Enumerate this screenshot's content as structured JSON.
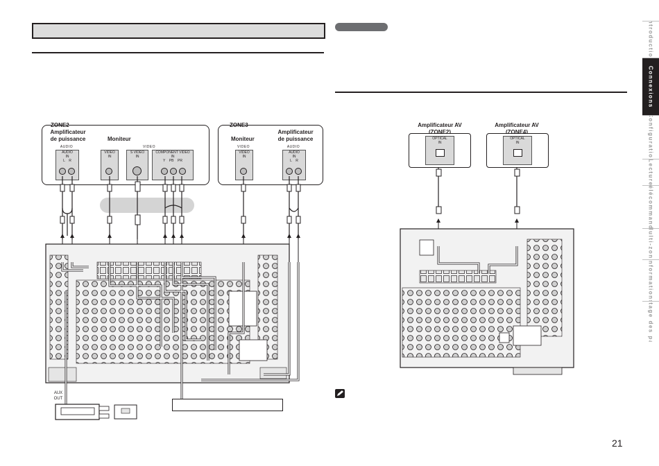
{
  "zone2": {
    "title": "ZONE2",
    "amp_label": "Amplificateur\nde puissance",
    "monitor_label": "Moniteur",
    "audio_group": "AUDIO",
    "video_group": "VIDEO",
    "audio_panel": [
      "AUDIO",
      "IN",
      "L    R"
    ],
    "video_panel": [
      "VIDEO",
      "IN"
    ],
    "svideo_panel": [
      "S VIDEO",
      "IN"
    ],
    "component_panel": [
      "COMPONENT VIDEO",
      "IN",
      "Y    PB    PR"
    ]
  },
  "zone3": {
    "title": "ZONE3",
    "monitor_label": "Moniteur",
    "amp_label": "Amplificateur\nde puissance",
    "video_group": "VIDEO",
    "audio_group": "AUDIO",
    "video_panel": [
      "VIDEO",
      "IN"
    ],
    "audio_panel": [
      "AUDIO",
      "IN",
      "L    R"
    ]
  },
  "right": {
    "amp2_label": "Amplificateur AV\n(ZONE2)",
    "amp4_label": "Amplificateur AV\n(ZONE4)",
    "amp2_panel": [
      "OPTICAL",
      "IN"
    ],
    "amp4_panel": [
      "OPTICAL",
      "IN"
    ]
  },
  "aux_label": "AUX\nOUT",
  "tabs": [
    {
      "label": "Introduction",
      "active": false
    },
    {
      "label": "Connexions",
      "active": true
    },
    {
      "label": "Configuration",
      "active": false
    },
    {
      "label": "Lecture",
      "active": false
    },
    {
      "label": "Télécommande",
      "active": false
    },
    {
      "label": "Multi-zone",
      "active": false
    },
    {
      "label": "Informations",
      "active": false
    },
    {
      "label": "Dépistage des pannes",
      "active": false
    }
  ],
  "page_number": "21",
  "colors": {
    "ink": "#231f20",
    "panel": "#d9d9d9",
    "highlight": "#d4d4d4",
    "tab_active": "#231f20"
  },
  "icons": {
    "note": "pencil-icon"
  }
}
